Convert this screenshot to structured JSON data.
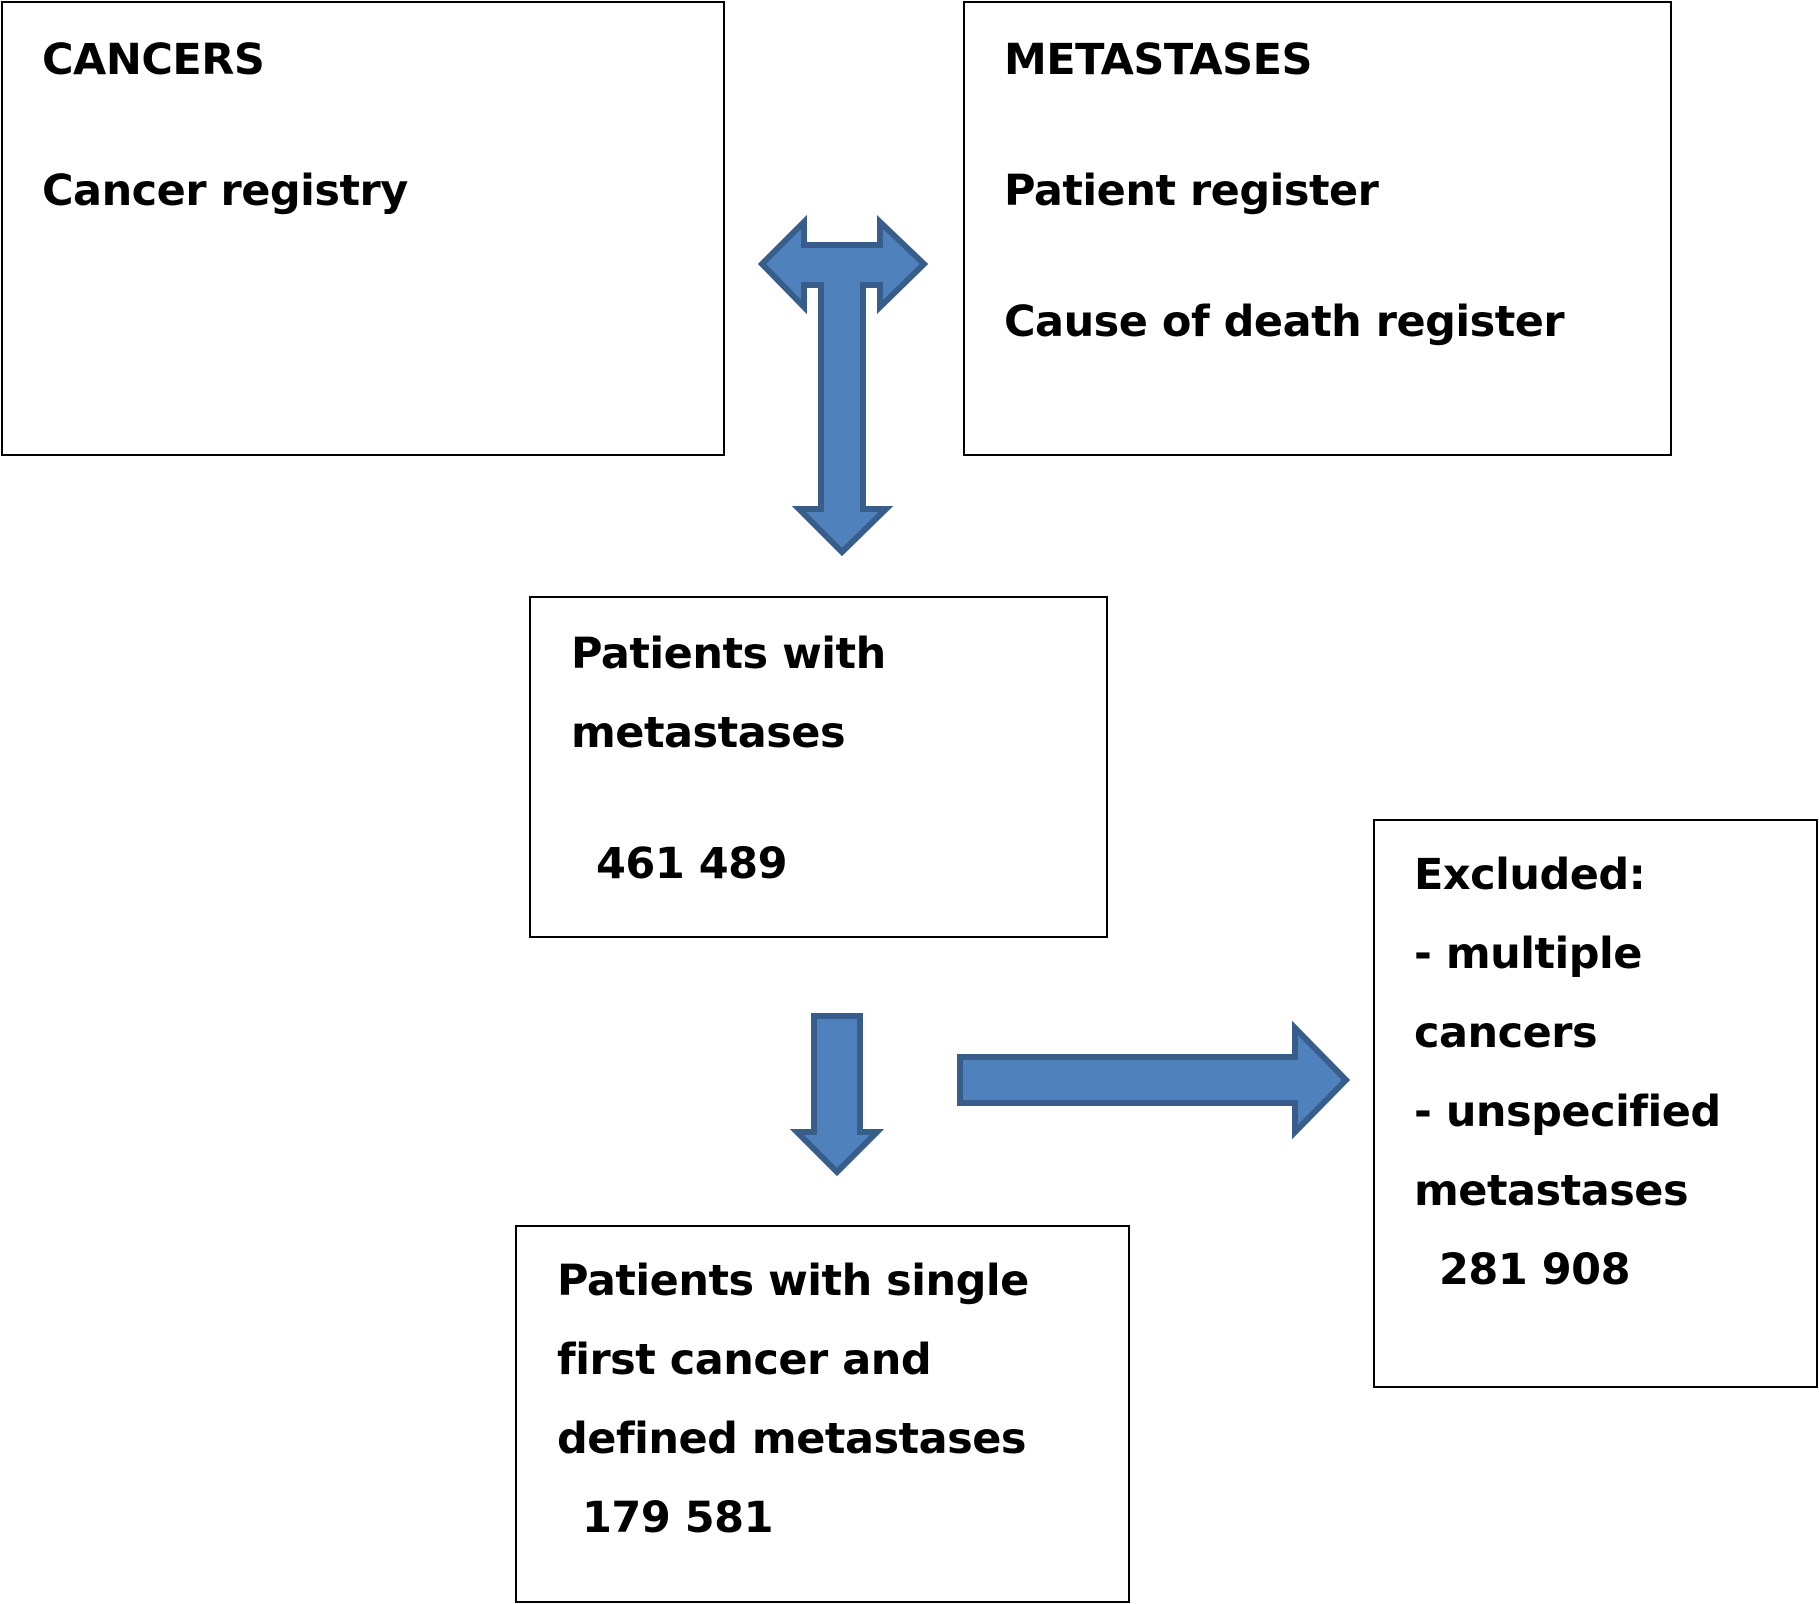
{
  "boxes": {
    "cancers": {
      "title": "CANCERS",
      "source": "Cancer registry"
    },
    "metastases": {
      "title": "METASTASES",
      "source_1": "Patient register",
      "source_2": "Cause of death register"
    },
    "patients_with_metastases": {
      "line_1": "Patients with",
      "line_2": "metastases",
      "count": "461 489"
    },
    "final_cohort": {
      "line_1": "Patients with single",
      "line_2": "first cancer and",
      "line_3": "defined metastases",
      "count": "179 581"
    },
    "excluded": {
      "heading": "Excluded:",
      "line_1": "- multiple",
      "line_2": "cancers",
      "line_3": "- unspecified",
      "line_4": "metastases",
      "count": "281 908"
    }
  },
  "colors": {
    "arrow_fill": "#4f81bd",
    "arrow_stroke": "#385d8a",
    "box_border": "#000000",
    "text": "#000000"
  }
}
